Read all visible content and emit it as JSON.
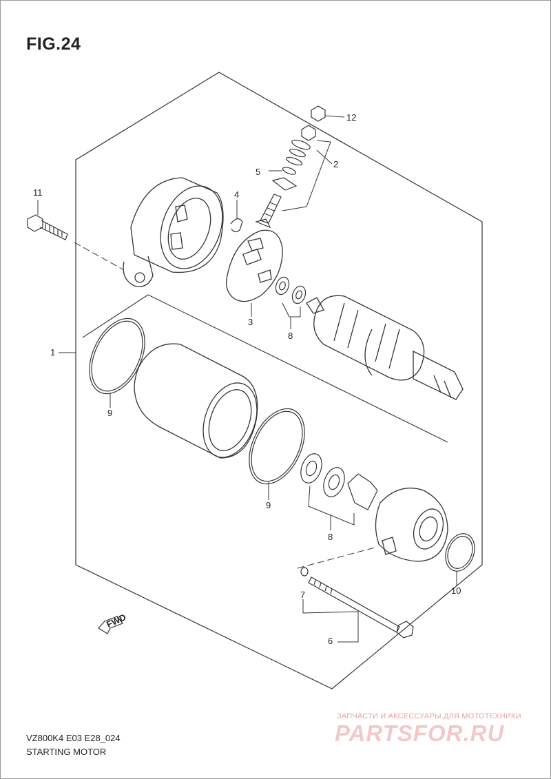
{
  "figure": {
    "title": "FIG.24",
    "model_code": "VZ800K4 E03 E28_024",
    "name": "STARTING MOTOR"
  },
  "callouts": [
    "1",
    "2",
    "3",
    "4",
    "5",
    "6",
    "7",
    "8",
    "8",
    "9",
    "9",
    "10",
    "11",
    "12"
  ],
  "fwd_label": "FWD",
  "watermark": {
    "tagline": "ЗАПЧАСТИ И АКСЕССУАРЫ ДЛЯ МОТОТЕХНИКИ",
    "logo": "PARTSFOR.RU"
  }
}
